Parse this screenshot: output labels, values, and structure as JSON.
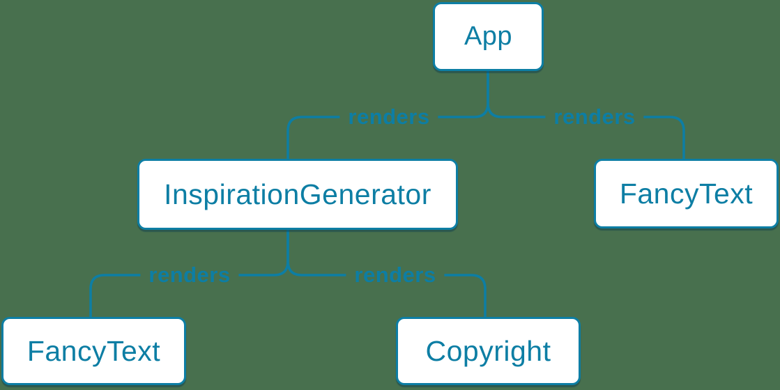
{
  "colors": {
    "background": "#48704E",
    "accent": "#0D7EA4",
    "node_fill": "#FFFFFF",
    "shadow": "rgba(9,58,79,0.45)"
  },
  "diagram": {
    "type": "component-render-tree",
    "nodes": {
      "app": {
        "label": "App"
      },
      "inspiration_generator": {
        "label": "InspirationGenerator"
      },
      "fancy_text_right": {
        "label": "FancyText"
      },
      "fancy_text_left": {
        "label": "FancyText"
      },
      "copyright": {
        "label": "Copyright"
      }
    },
    "edges": [
      {
        "from": "App",
        "to": "InspirationGenerator",
        "label": "renders"
      },
      {
        "from": "App",
        "to": "FancyText",
        "label": "renders"
      },
      {
        "from": "InspirationGenerator",
        "to": "FancyText",
        "label": "renders"
      },
      {
        "from": "InspirationGenerator",
        "to": "Copyright",
        "label": "renders"
      }
    ]
  }
}
